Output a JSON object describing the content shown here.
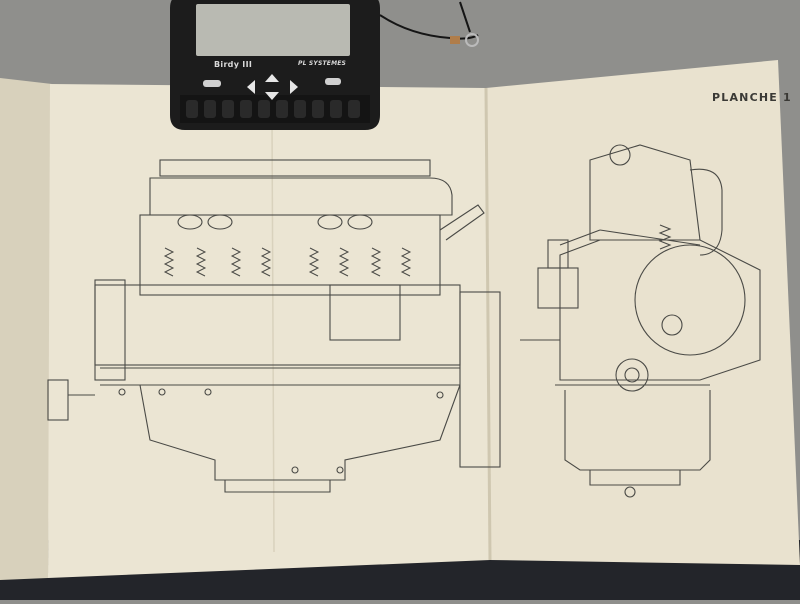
{
  "photo": {
    "subject": "",
    "plate_label": "PLANCHE 1",
    "pager": {
      "brand": "Birdy III",
      "maker": "PL SYSTEMES"
    }
  },
  "colors": {
    "table": "#8f8f8c",
    "paper": "#ebe5d3",
    "paper_shadow": "#d9d2bd",
    "ink": "#4a4a46",
    "pager_body": "#1c1c1c",
    "pager_screen": "#b9bab2"
  }
}
